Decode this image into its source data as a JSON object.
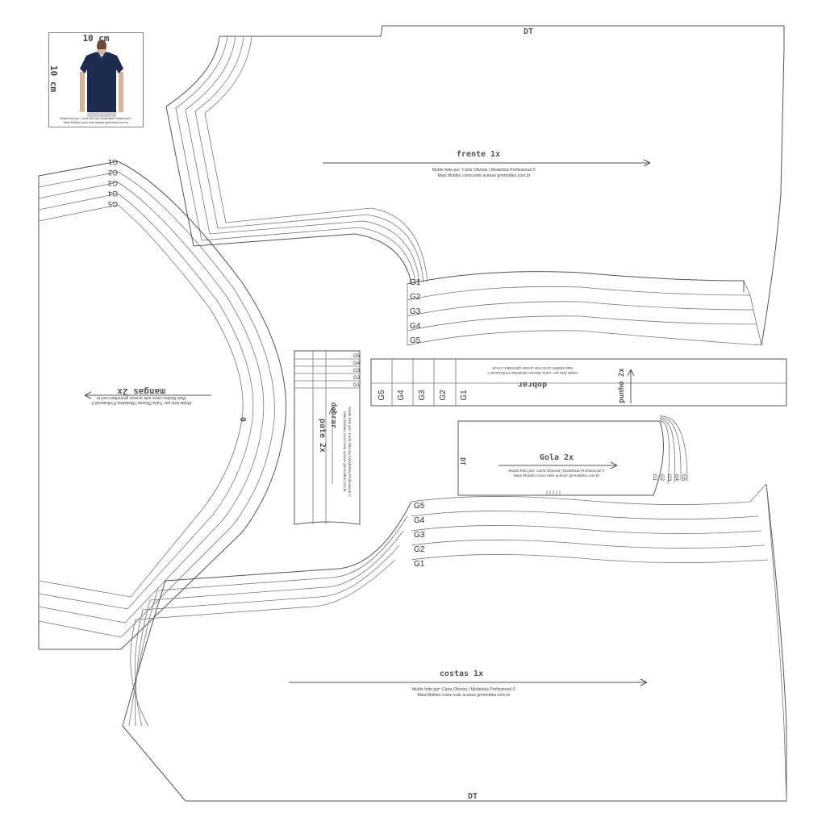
{
  "thumbnail": {
    "width_label": "10 cm",
    "height_label": "10 cm",
    "credit_line1": "Molde feito por: Carla Oliveira | Modelista Profissional ©",
    "credit_line2": "Mais Moldes como este acesse gmmoldes.com.br",
    "shirt_color": "#1c2a4d"
  },
  "frente": {
    "label": "frente 1x",
    "credit_line1": "Molde feito por: Carla Oliveira | Modelista Profissional ©",
    "credit_line2": "Mais Moldes como este acesse gmmoldes.com.br",
    "dt": "DT",
    "grades": [
      "G1",
      "G2",
      "G3",
      "G4",
      "G5"
    ]
  },
  "costas": {
    "label": "costas 1x",
    "credit_line1": "Molde feito por: Carla Oliveira | Modelista Profissional ©",
    "credit_line2": "Mais Moldes como este acesse gmmoldes.com.br",
    "dt": "DT",
    "grades": [
      "G5",
      "G4",
      "G3",
      "G2",
      "G1"
    ]
  },
  "mangas": {
    "label": "mangas 2x",
    "credit_line1": "Molde feito por: Carla Oliveira | Modelista Profissional ©",
    "credit_line2": "Mais Moldes como este acesse gmmoldes.com.br",
    "center_mark": "0",
    "grades": [
      "G5",
      "G4",
      "G3",
      "G2",
      "G1"
    ]
  },
  "pate": {
    "label": "pate 2x",
    "fold": "dobrar",
    "credit_line1": "Molde feito por: Carla Oliveira | Modelista Profissional ©",
    "credit_line2": "Mais Moldes como este acesse gmmoldes.com.br",
    "grades": [
      "G5",
      "G4",
      "G3",
      "G2",
      "G1"
    ]
  },
  "punho": {
    "label": "punho 2x",
    "fold": "dobrar",
    "credit_line1": "Molde feito por: Carla Oliveira | Modelista Profissional ©",
    "credit_line2": "Mais Moldes como este acesse gmmoldes.com.br",
    "grades": [
      "G5",
      "G4",
      "G3",
      "G2",
      "G1"
    ]
  },
  "gola": {
    "label": "Gola 2x",
    "dt": "DT",
    "credit_line1": "Molde feito por: Carla Oliveira | Modelista Profissional ©",
    "credit_line2": "Mais Moldes como este acesse gmmoldes.com.br",
    "grades": [
      "G1",
      "G2",
      "G3",
      "G4",
      "G5"
    ]
  }
}
